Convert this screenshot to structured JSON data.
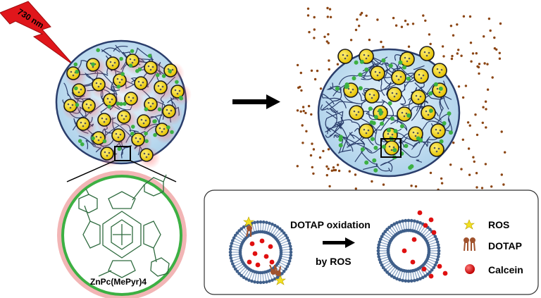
{
  "laser": {
    "label": "730 nm",
    "color": "#e0161b"
  },
  "molecule": {
    "label": "ZnPc(MePyr)4",
    "ring_color": "#3cb043",
    "structure_color": "#2f6b3f"
  },
  "legend_box": {
    "step_label_line1": "DOTAP oxidation",
    "step_label_line2": "by ROS",
    "items": [
      {
        "icon": "star-icon",
        "label": "ROS",
        "color": "#f3e020"
      },
      {
        "icon": "lipid-icon",
        "label": "DOTAP",
        "color": "#a0522d"
      },
      {
        "icon": "circle-icon",
        "label": "Calcein",
        "color": "#e01010"
      }
    ]
  },
  "colors": {
    "gel": "#c9e6f7",
    "network": "#2a3d6b",
    "liposome": "#f5d90a",
    "green_dot": "#3cb043",
    "brown_dot": "#8b4513"
  }
}
